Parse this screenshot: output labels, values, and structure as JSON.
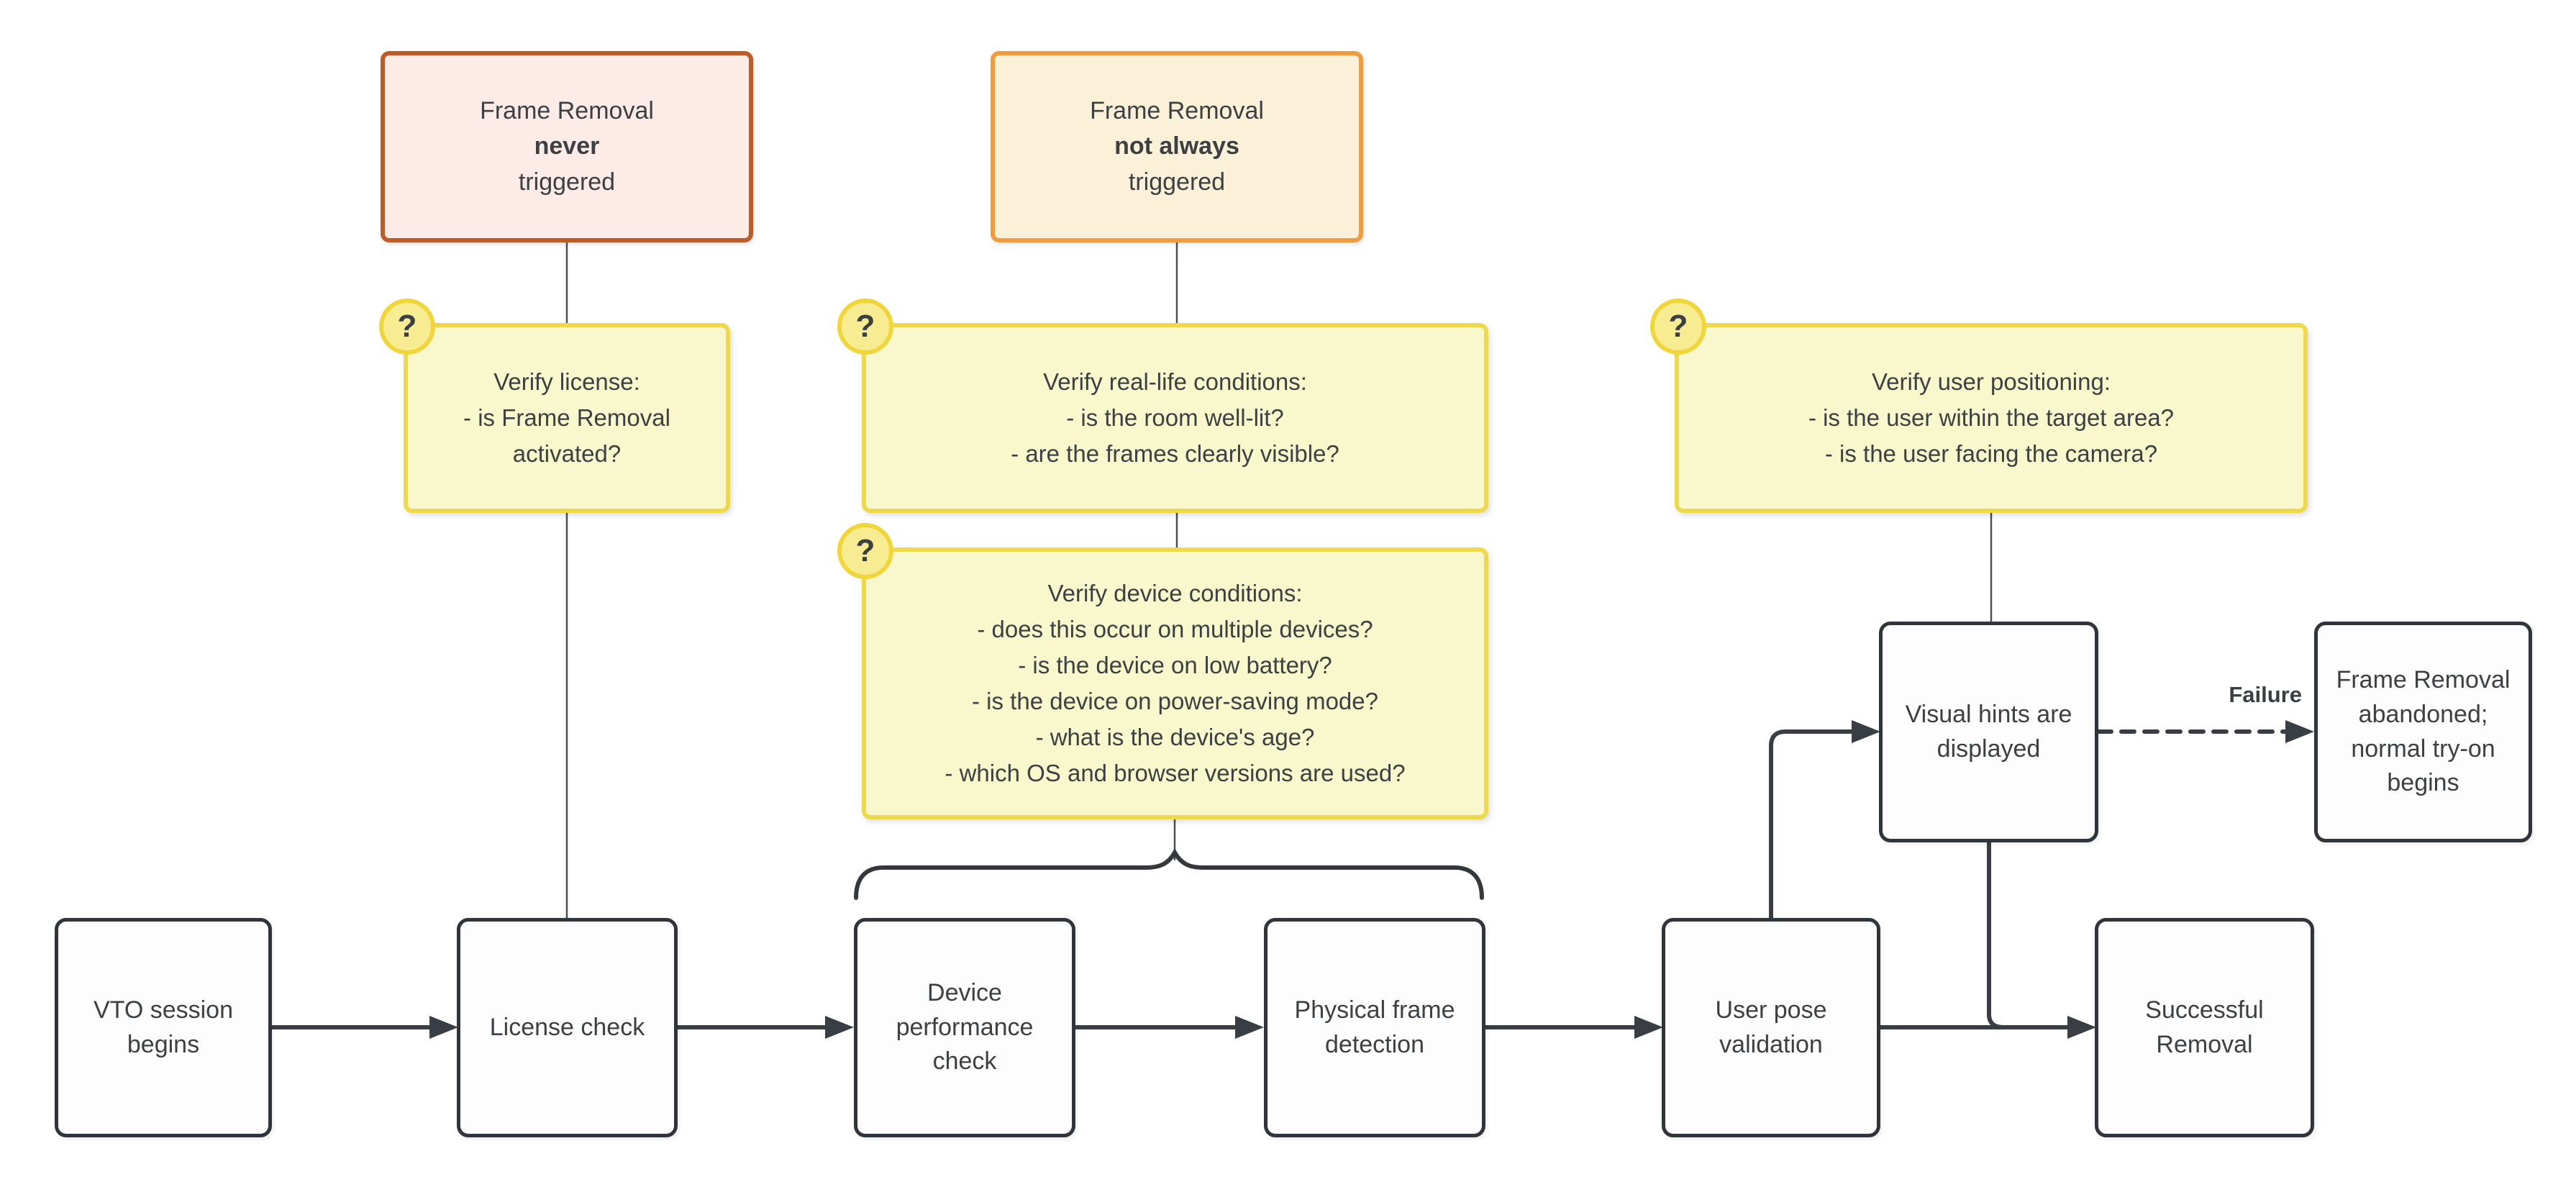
{
  "flow": {
    "nodes": [
      {
        "label": "VTO session begins"
      },
      {
        "label": "License check"
      },
      {
        "label": "Device performance check"
      },
      {
        "label": "Physical frame detection"
      },
      {
        "label": "User pose validation"
      },
      {
        "label": "Visual hints are displayed"
      },
      {
        "label": "Successful Removal"
      },
      {
        "label": "Frame Removal abandoned; normal try-on begins"
      }
    ],
    "edge_labels": {
      "failure": "Failure"
    }
  },
  "status_boxes": [
    {
      "line1": "Frame Removal",
      "emphasis": "never",
      "line2": "triggered",
      "fill": "#fcebe7",
      "border": "#bf5b28"
    },
    {
      "line1": "Frame Removal",
      "emphasis": "not always",
      "line2": "triggered",
      "fill": "#fbf0d8",
      "border": "#ef9b3e"
    }
  ],
  "callouts": [
    {
      "icon": "?",
      "title": "Verify license:",
      "items": [
        "- is Frame Removal activated?"
      ]
    },
    {
      "icon": "?",
      "title": "Verify real-life conditions:",
      "items": [
        "- is the room well-lit?",
        "- are the frames clearly visible?"
      ]
    },
    {
      "icon": "?",
      "title": "Verify device conditions:",
      "items": [
        "- does this occur on multiple devices?",
        "- is the device on low battery?",
        "- is the device on power-saving mode?",
        "- what is the device's age?",
        "- which OS and browser versions are used?"
      ]
    },
    {
      "icon": "?",
      "title": "Verify user positioning:",
      "items": [
        "- is the user within the target area?",
        "- is the user facing the camera?"
      ]
    }
  ],
  "colors": {
    "canvas": "#ffffff",
    "node_fill": "#fdfdfe",
    "node_border": "#2f353a",
    "text": "#3c4043",
    "connector": "#3a4045",
    "thin_connector": "#4d5155",
    "callout_fill": "#f9f8cc",
    "callout_border": "#eed94a",
    "badge_fill": "#f7ec92",
    "badge_border": "#f0d63a",
    "status_never_fill": "#fcebe7",
    "status_never_border": "#bf5b28",
    "status_notalways_fill": "#fbf0d8",
    "status_notalways_border": "#ef9b3e"
  }
}
